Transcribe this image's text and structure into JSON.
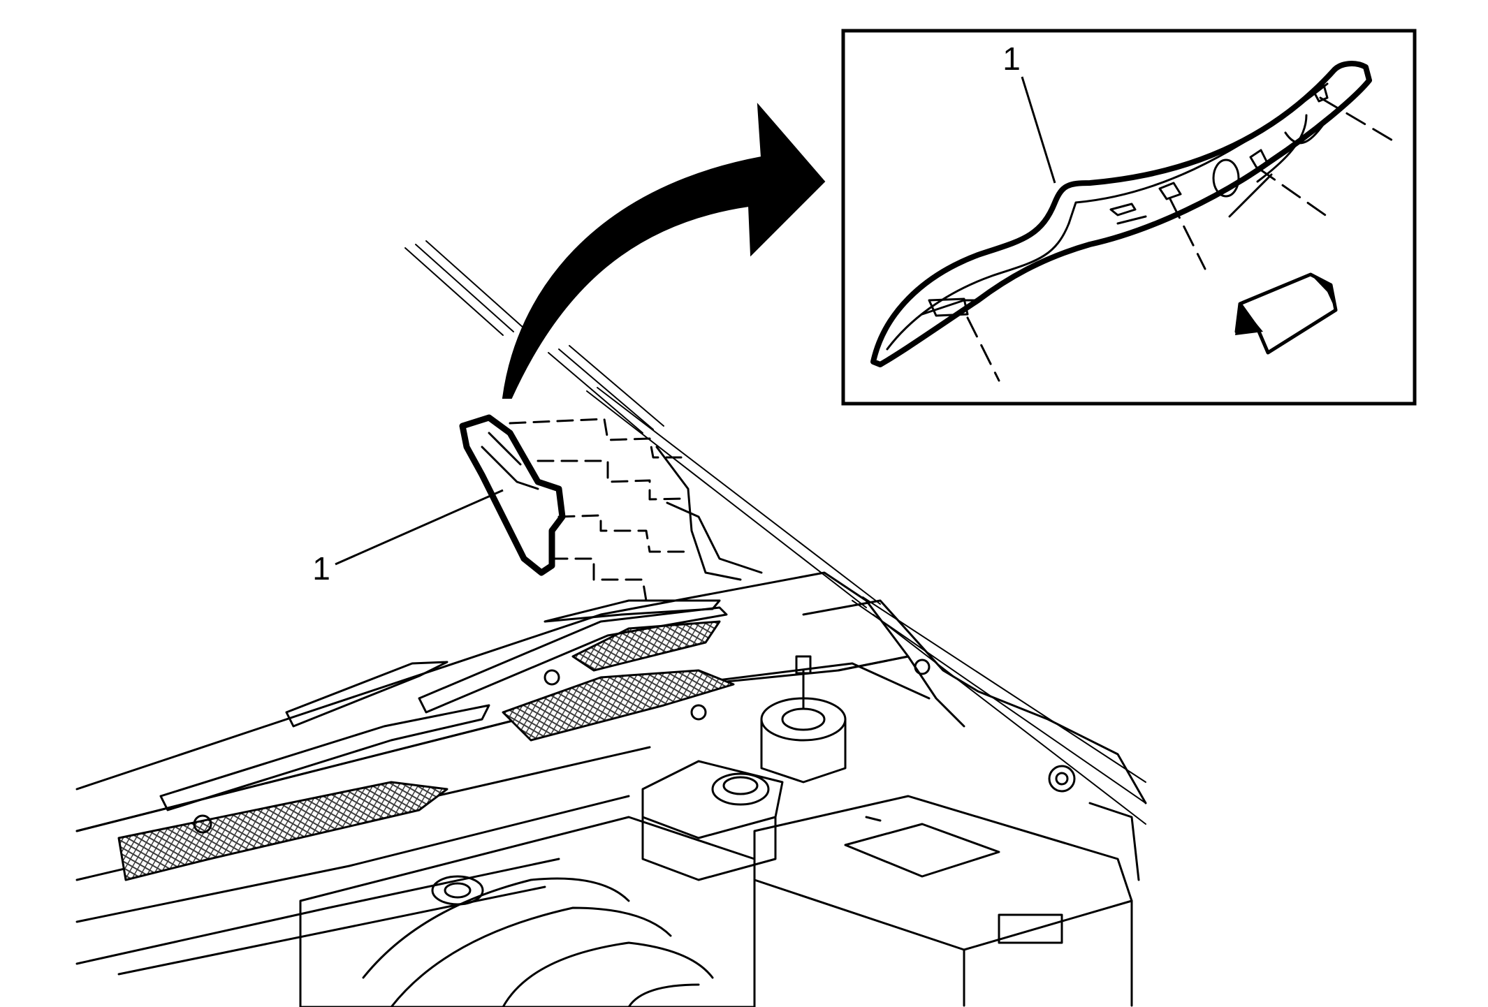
{
  "diagram": {
    "callouts": [
      {
        "id": "main",
        "label": "1"
      },
      {
        "id": "inset",
        "label": "1"
      }
    ],
    "colors": {
      "line": "#000000",
      "background": "#ffffff",
      "hatch": "#3a3a3a"
    },
    "icons": [
      "curved-arrow-icon",
      "direction-arrow-icon"
    ]
  }
}
